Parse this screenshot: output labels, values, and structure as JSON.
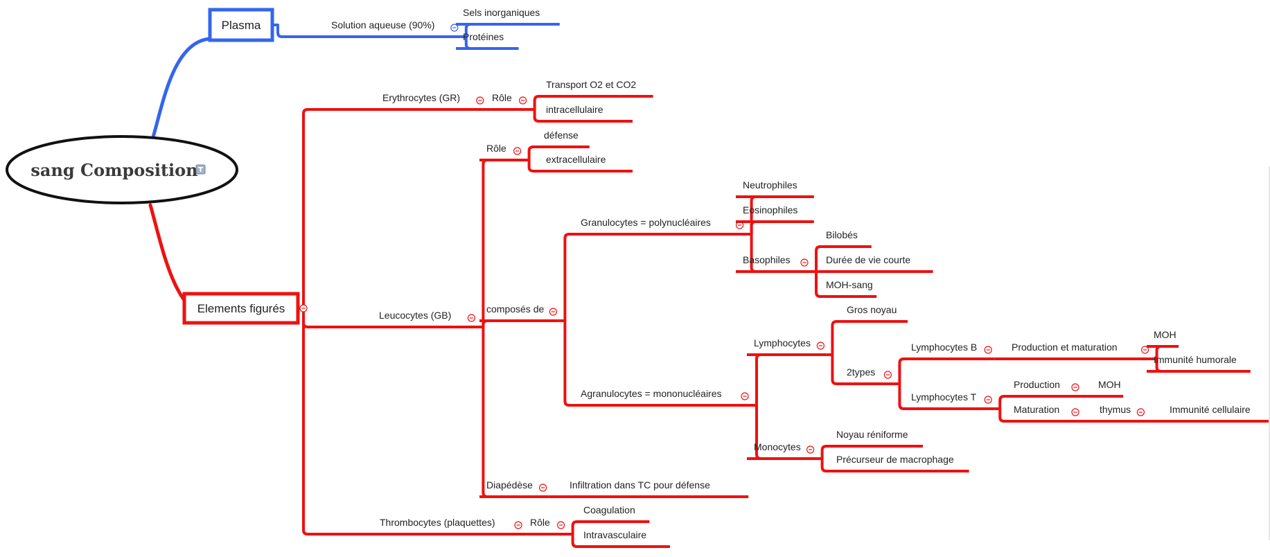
{
  "colors": {
    "plasma": "#3366ee",
    "elements": "#ee1111",
    "root_border": "#111111",
    "text": "#222222"
  },
  "root": {
    "label": "sang Composition",
    "note_icon": "note-icon"
  },
  "nodes": [
    {
      "id": "plasma",
      "label": "Plasma",
      "branch": "plasma",
      "kind": "box",
      "parent": "root"
    },
    {
      "id": "aq",
      "label": "Solution aqueuse (90%)",
      "branch": "plasma",
      "parent": "plasma",
      "collapse": true
    },
    {
      "id": "sels",
      "label": "Sels inorganiques",
      "branch": "plasma",
      "parent": "aq"
    },
    {
      "id": "prot",
      "label": "Protéines",
      "branch": "plasma",
      "parent": "aq"
    },
    {
      "id": "elem",
      "label": "Elements figurés",
      "branch": "elements",
      "kind": "box",
      "parent": "root",
      "collapse": true
    },
    {
      "id": "ery",
      "label": "Erythrocytes (GR)",
      "branch": "elements",
      "parent": "elem",
      "collapse": true
    },
    {
      "id": "ery_role",
      "label": "Rôle",
      "branch": "elements",
      "parent": "ery",
      "collapse": true
    },
    {
      "id": "ery_t",
      "label": "Transport O2 et CO2",
      "branch": "elements",
      "parent": "ery_role"
    },
    {
      "id": "ery_i",
      "label": "intracellulaire",
      "branch": "elements",
      "parent": "ery_role"
    },
    {
      "id": "leu",
      "label": "Leucocytes  (GB)",
      "branch": "elements",
      "parent": "elem",
      "collapse": true
    },
    {
      "id": "leu_role",
      "label": "Rôle",
      "branch": "elements",
      "parent": "leu",
      "collapse": true
    },
    {
      "id": "leu_def",
      "label": "défense",
      "branch": "elements",
      "parent": "leu_role"
    },
    {
      "id": "leu_ext",
      "label": "extracellulaire",
      "branch": "elements",
      "parent": "leu_role"
    },
    {
      "id": "comp",
      "label": "composés de",
      "branch": "elements",
      "parent": "leu",
      "collapse": true
    },
    {
      "id": "gran",
      "label": "Granulocytes = polynucléaires",
      "branch": "elements",
      "parent": "comp",
      "collapse": true
    },
    {
      "id": "neut",
      "label": "Neutrophiles",
      "branch": "elements",
      "parent": "gran"
    },
    {
      "id": "eos",
      "label": "Eosinophiles",
      "branch": "elements",
      "parent": "gran"
    },
    {
      "id": "baso",
      "label": "Basophiles",
      "branch": "elements",
      "parent": "gran",
      "collapse": true
    },
    {
      "id": "bilo",
      "label": "Bilobés",
      "branch": "elements",
      "parent": "baso"
    },
    {
      "id": "duree",
      "label": "Durée de vie courte",
      "branch": "elements",
      "parent": "baso"
    },
    {
      "id": "moh1",
      "label": "MOH-sang",
      "branch": "elements",
      "parent": "baso"
    },
    {
      "id": "agran",
      "label": "Agranulocytes = mononucléaires",
      "branch": "elements",
      "parent": "comp",
      "collapse": true
    },
    {
      "id": "lymph",
      "label": "Lymphocytes",
      "branch": "elements",
      "parent": "agran",
      "collapse": true
    },
    {
      "id": "gros",
      "label": "Gros noyau",
      "branch": "elements",
      "parent": "lymph"
    },
    {
      "id": "two",
      "label": "2types",
      "branch": "elements",
      "parent": "lymph",
      "collapse": true
    },
    {
      "id": "lb",
      "label": "Lymphocytes B",
      "branch": "elements",
      "parent": "two",
      "collapse": true
    },
    {
      "id": "prodmat",
      "label": "Production et maturation",
      "branch": "elements",
      "parent": "lb",
      "collapse": true
    },
    {
      "id": "moh2",
      "label": "MOH",
      "branch": "elements",
      "parent": "prodmat"
    },
    {
      "id": "humor",
      "label": "Immunité humorale",
      "branch": "elements",
      "parent": "prodmat"
    },
    {
      "id": "lt",
      "label": "Lymphocytes T",
      "branch": "elements",
      "parent": "two",
      "collapse": true
    },
    {
      "id": "prod",
      "label": "Production",
      "branch": "elements",
      "parent": "lt",
      "collapse": true
    },
    {
      "id": "moh3",
      "label": "MOH",
      "branch": "elements",
      "parent": "prod"
    },
    {
      "id": "matu",
      "label": "Maturation",
      "branch": "elements",
      "parent": "lt",
      "collapse": true
    },
    {
      "id": "thym",
      "label": "thymus",
      "branch": "elements",
      "parent": "matu",
      "collapse": true
    },
    {
      "id": "cell",
      "label": "Immunité cellulaire",
      "branch": "elements",
      "parent": "thym"
    },
    {
      "id": "mono",
      "label": "Monocytes",
      "branch": "elements",
      "parent": "agran",
      "collapse": true
    },
    {
      "id": "noyau",
      "label": "Noyau réniforme",
      "branch": "elements",
      "parent": "mono"
    },
    {
      "id": "precu",
      "label": "Précurseur de macrophage",
      "branch": "elements",
      "parent": "mono"
    },
    {
      "id": "diap",
      "label": "Diapédèse",
      "branch": "elements",
      "parent": "leu",
      "collapse": true
    },
    {
      "id": "infil",
      "label": "Infiltration dans TC pour défense",
      "branch": "elements",
      "parent": "diap"
    },
    {
      "id": "thr",
      "label": "Thrombocytes (plaquettes)",
      "branch": "elements",
      "parent": "elem",
      "collapse": true
    },
    {
      "id": "thr_role",
      "label": "Rôle",
      "branch": "elements",
      "parent": "thr",
      "collapse": true
    },
    {
      "id": "coag",
      "label": "Coagulation",
      "branch": "elements",
      "parent": "thr_role"
    },
    {
      "id": "intrav",
      "label": "Intravasculaire",
      "branch": "elements",
      "parent": "thr_role"
    }
  ]
}
